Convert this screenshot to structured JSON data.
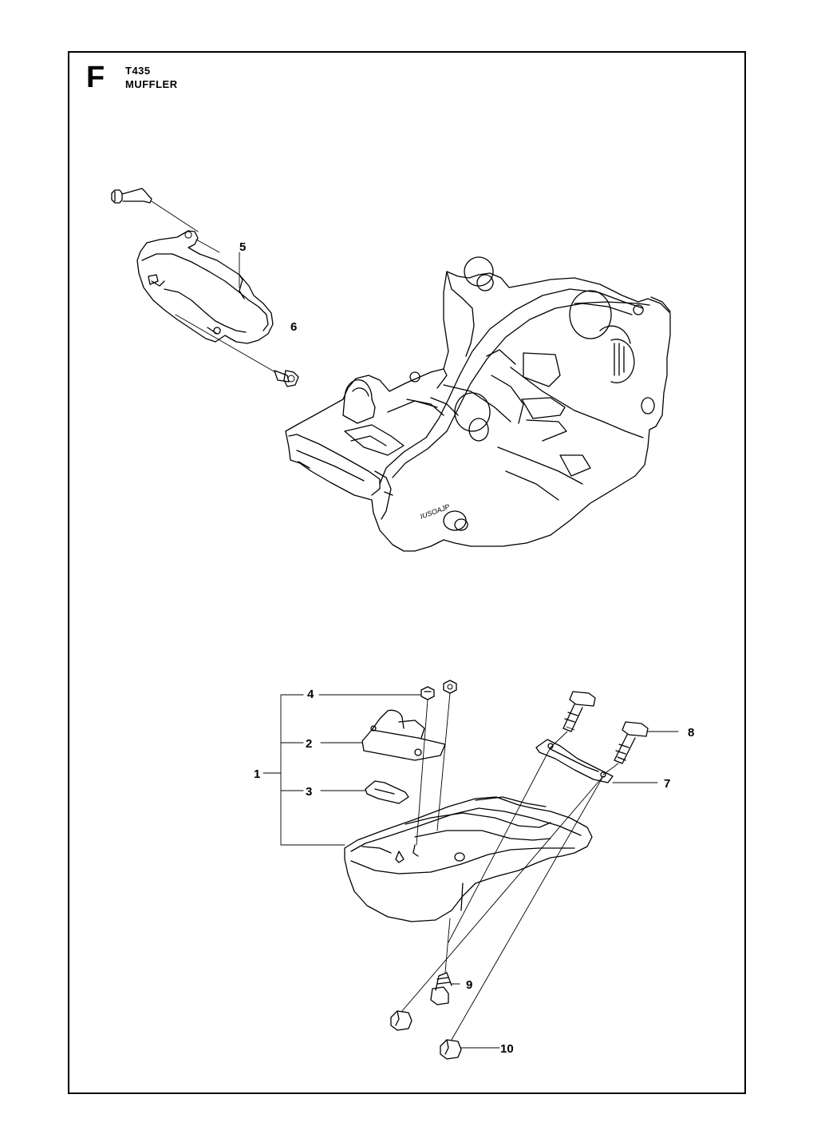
{
  "header": {
    "section_letter": "F",
    "model": "T435",
    "section_name": "MUFFLER"
  },
  "casting_mark": "IUSOAJP",
  "callouts": [
    "1",
    "2",
    "3",
    "4",
    "5",
    "6",
    "7",
    "8",
    "9",
    "10"
  ]
}
